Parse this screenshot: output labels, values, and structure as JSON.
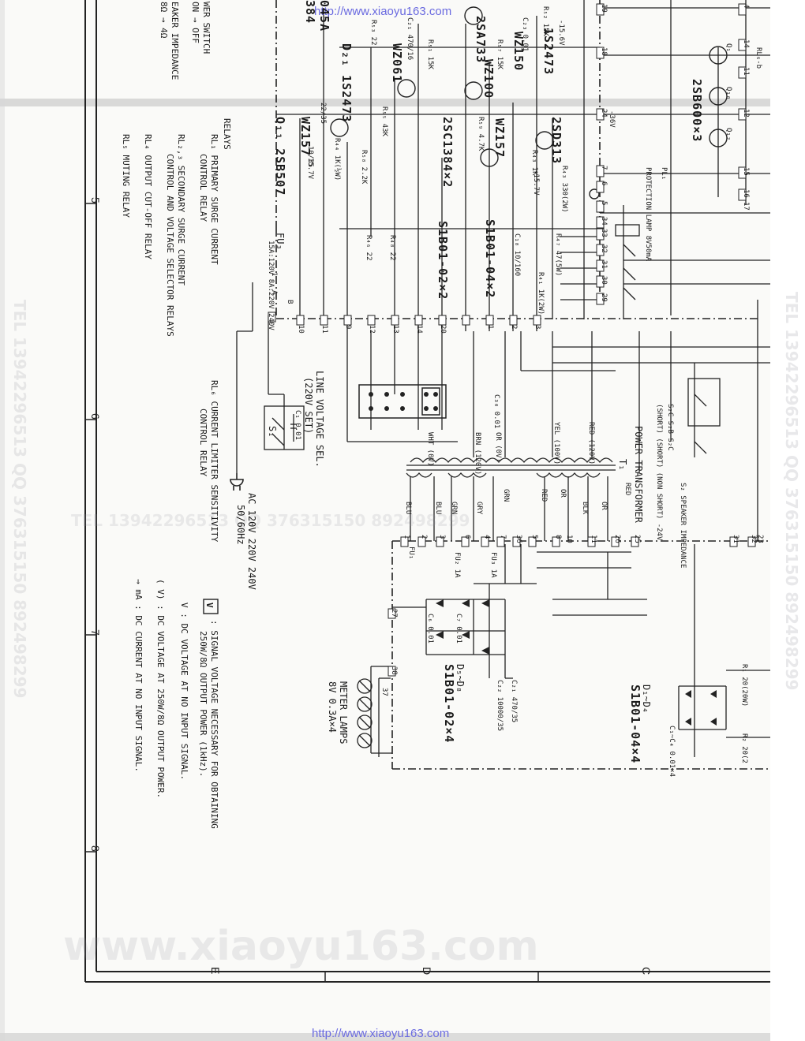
{
  "urls": {
    "top": "http://www.xiaoyu163.com",
    "bottom": "http://www.xiaoyu163.com"
  },
  "watermarks": {
    "bottom": "www.xiaoyu163.com",
    "right_vertical": "TEL 13942296513 QQ 376315150 892498299",
    "middle": "TEL 13942296513   QQ 376315150 892498299",
    "left_vertical": "TEL 13942296513 QQ 376315150 892498299"
  },
  "zones": {
    "col5": "5",
    "col6": "6",
    "col7": "7",
    "col8": "8",
    "rowE": "E",
    "rowD": "D",
    "rowC": "C"
  },
  "top_left_notes": [
    "WER SWITCH",
    "ON → OFF",
    "EAKER IMPEDANCE",
    "8Ω → 4Ω",
    "045A",
    "384"
  ],
  "relays": {
    "heading": "RELAYS",
    "rl1": "RL₁   PRIMARY SURGE CURRENT",
    "rl1b": "CONTROL RELAY",
    "rl23": "RL₂,₃ SECONDARY SURGE CURRENT",
    "rl23b": "CONTROL AND VOLTAGE SELECTOR RELAYS",
    "rl4": "RL₄   OUTPUT CUT-OFF RELAY",
    "rl5": "RL₅   MUTING RELAY",
    "rl6": "RL₆   CURRENT LIMITER SENSITIVITY",
    "rl6b": "CONTROL RELAY"
  },
  "legend": {
    "box_symbol": "V",
    "signal": ": SIGNAL VOLTAGE NECESSARY FOR OBTAINING",
    "signal2": "250W/8Ω OUTPUT POWER (1kHz).",
    "v": "V  : DC VOLTAGE AT NO INPUT SIGNAL.",
    "vp": "( V) : DC VOLTAGE AT 250W/8Ω OUTPUT POWER.",
    "ma": "→ mA : DC CURRENT AT NO INPUT SIGNAL."
  },
  "parts": {
    "d251": "D₂₁ 1S2473",
    "d_1s2473": "1S2473",
    "wz061": "WZ061",
    "wz100": "WZ100",
    "wz150": "WZ150",
    "wz157a": "WZ157",
    "wz157b": "WZ157",
    "q2sb507": "Q₁₁ 2SB507",
    "q2sc1384": "2SC1384×2",
    "q2sd313": "2SD313",
    "q2sa733": "2SA733",
    "q2sb600": "2SB600×3",
    "s1b01_02": "S1B01-02×2",
    "s1b01_04": "S1B01-04×2",
    "d5d8": "D₅~D₈",
    "s1b01_02x4": "S1B01-02×4",
    "d1d4": "D₁~D₄",
    "s1b01_04x4": "S1B01-04×4",
    "prot_lamp": "PROTECTION LAMP 8V50mA",
    "pl1": "PL₁",
    "fu3": "FU₃",
    "fu3_rating": "15A:120V 8A:220V 240V",
    "line_sel": "LINE VOLTAGE SEL.",
    "line_sel2": "(220V SET)",
    "power_tr": "POWER TRANSFORMER",
    "t1": "T₁",
    "ac_in": "AC 120V 220V 240V",
    "ac_hz": "50/60Hz",
    "meter_lamps": "METER LAMPS",
    "meter_rating": "8V 0.3A×4",
    "spk_imp": "S₂ SPEAKER IMPEDANCE",
    "s2_label": "S₂C  S₂B  S₂C",
    "short": "(SHORT) (SHORT) (NON SHORT) -24V",
    "r1": "R₁ 20(20W)",
    "r2": "R₂ 20(2",
    "c_caps": "C₁~C₄ 0.01×4",
    "c7": "C₇ 0.01",
    "c6": "C₆ 0.01",
    "c1": "C₁ 0.01",
    "c22": "C₂₂ 10000/35",
    "c21": "C₂₁ 470/35",
    "c30": "C₃₀ 0.01",
    "fu1": "FU₁",
    "fu2": "FU₂ 1A",
    "fu_ta": "FU₃ 1A",
    "wht": "WHT (0V)",
    "brn": "BRN (120V)",
    "orn": "OR (0V)",
    "yel": "YEL (100V)",
    "red120": "RED (120V)",
    "blu": "BLU",
    "blu2": "BLU",
    "grn": "GRN",
    "gry": "GRY",
    "grn2": "GRN",
    "red": "RED",
    "or": "OR",
    "blk": "BLK",
    "or2": "OR",
    "red2": "RED",
    "r_52": "R₅₂ 15K",
    "r_53": "R₅₃ 22",
    "r_51": "R₅₁ 15K",
    "r_57": "R₅₇ 15K",
    "r_43": "R₄₃ 1K",
    "r_43b": "R₄₃ 330(2W)",
    "r_44": "R₄₄ 1K(½W)",
    "r_46": "R₄₆ 22",
    "r_48": "R₄₈ 22",
    "r_47": "R₄₇ 47(5W)",
    "r_41": "R₄₁ 1K(2W)",
    "r_55": "R₅₅ 43K",
    "r_58": "R₅₈ 2.2K",
    "r_59": "R₅₉ 4.7K",
    "c_10_35": "10/35",
    "c_22_35": "22/35",
    "c_10_160": "C₁₈ 10/160",
    "c_470_16": "C₂₁ 470/16",
    "c_001": "C₂₃ 0.01",
    "v_15_7": "15.7V",
    "v_15_7b": "-15.7V",
    "v_36": "-36V",
    "v_15": "-15.6V",
    "sw_s1": "S₁",
    "q_labels": [
      "Q₁",
      "Q₁₀",
      "Q₁₂"
    ],
    "rl6_label": "RL₆-b",
    "terminals_a": [
      "1",
      "A",
      "B",
      "10",
      "11",
      "9",
      "12",
      "13",
      "14",
      "20",
      "1",
      "2",
      "3"
    ],
    "terminals_b": [
      "1",
      "2",
      "3",
      "6",
      "4",
      "7",
      "36",
      "5",
      "8",
      "10",
      "11",
      "26",
      "25",
      "31",
      "32"
    ],
    "terminals_c": [
      "27",
      "38",
      "37"
    ],
    "term_right": [
      "19",
      "18",
      "24",
      "7",
      "6",
      "5",
      "34",
      "33",
      "32",
      "31",
      "30",
      "29",
      "4",
      "11",
      "12",
      "14",
      "15",
      "16",
      "17",
      "23"
    ]
  }
}
